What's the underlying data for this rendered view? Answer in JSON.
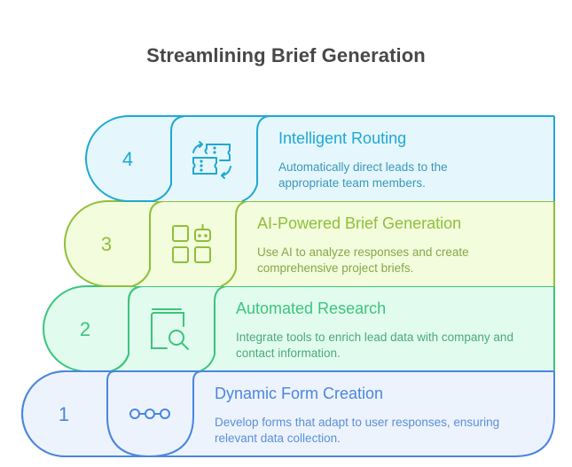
{
  "title": "Streamlining Brief Generation",
  "steps": [
    {
      "number": "1",
      "title": "Dynamic Form Creation",
      "description": "Develop forms that adapt to user responses, ensuring relevant data collection.",
      "icon": "connected-nodes-icon",
      "stroke": "#4a86e0",
      "fill": "#edf3fd",
      "text_color": "#4a86e0",
      "desc_color": "#5b8fd8"
    },
    {
      "number": "2",
      "title": "Automated Research",
      "description": "Integrate tools to enrich lead data with company and contact information.",
      "icon": "book-search-icon",
      "stroke": "#3cc47c",
      "fill": "#e2fbef",
      "text_color": "#3cc47c",
      "desc_color": "#4aa97a"
    },
    {
      "number": "3",
      "title": "AI-Powered Brief Generation",
      "description": "Use AI to analyze responses and create comprehensive project briefs.",
      "icon": "ai-grid-robot-icon",
      "stroke": "#8fbf3a",
      "fill": "#f3fcdc",
      "text_color": "#8fbf3a",
      "desc_color": "#86a84a"
    },
    {
      "number": "4",
      "title": "Intelligent Routing",
      "description": "Automatically direct leads to the appropriate team members.",
      "icon": "ticket-routing-icon",
      "stroke": "#1fa8d4",
      "fill": "#e5f7fd",
      "text_color": "#1fa8d4",
      "desc_color": "#3b97b8"
    }
  ]
}
